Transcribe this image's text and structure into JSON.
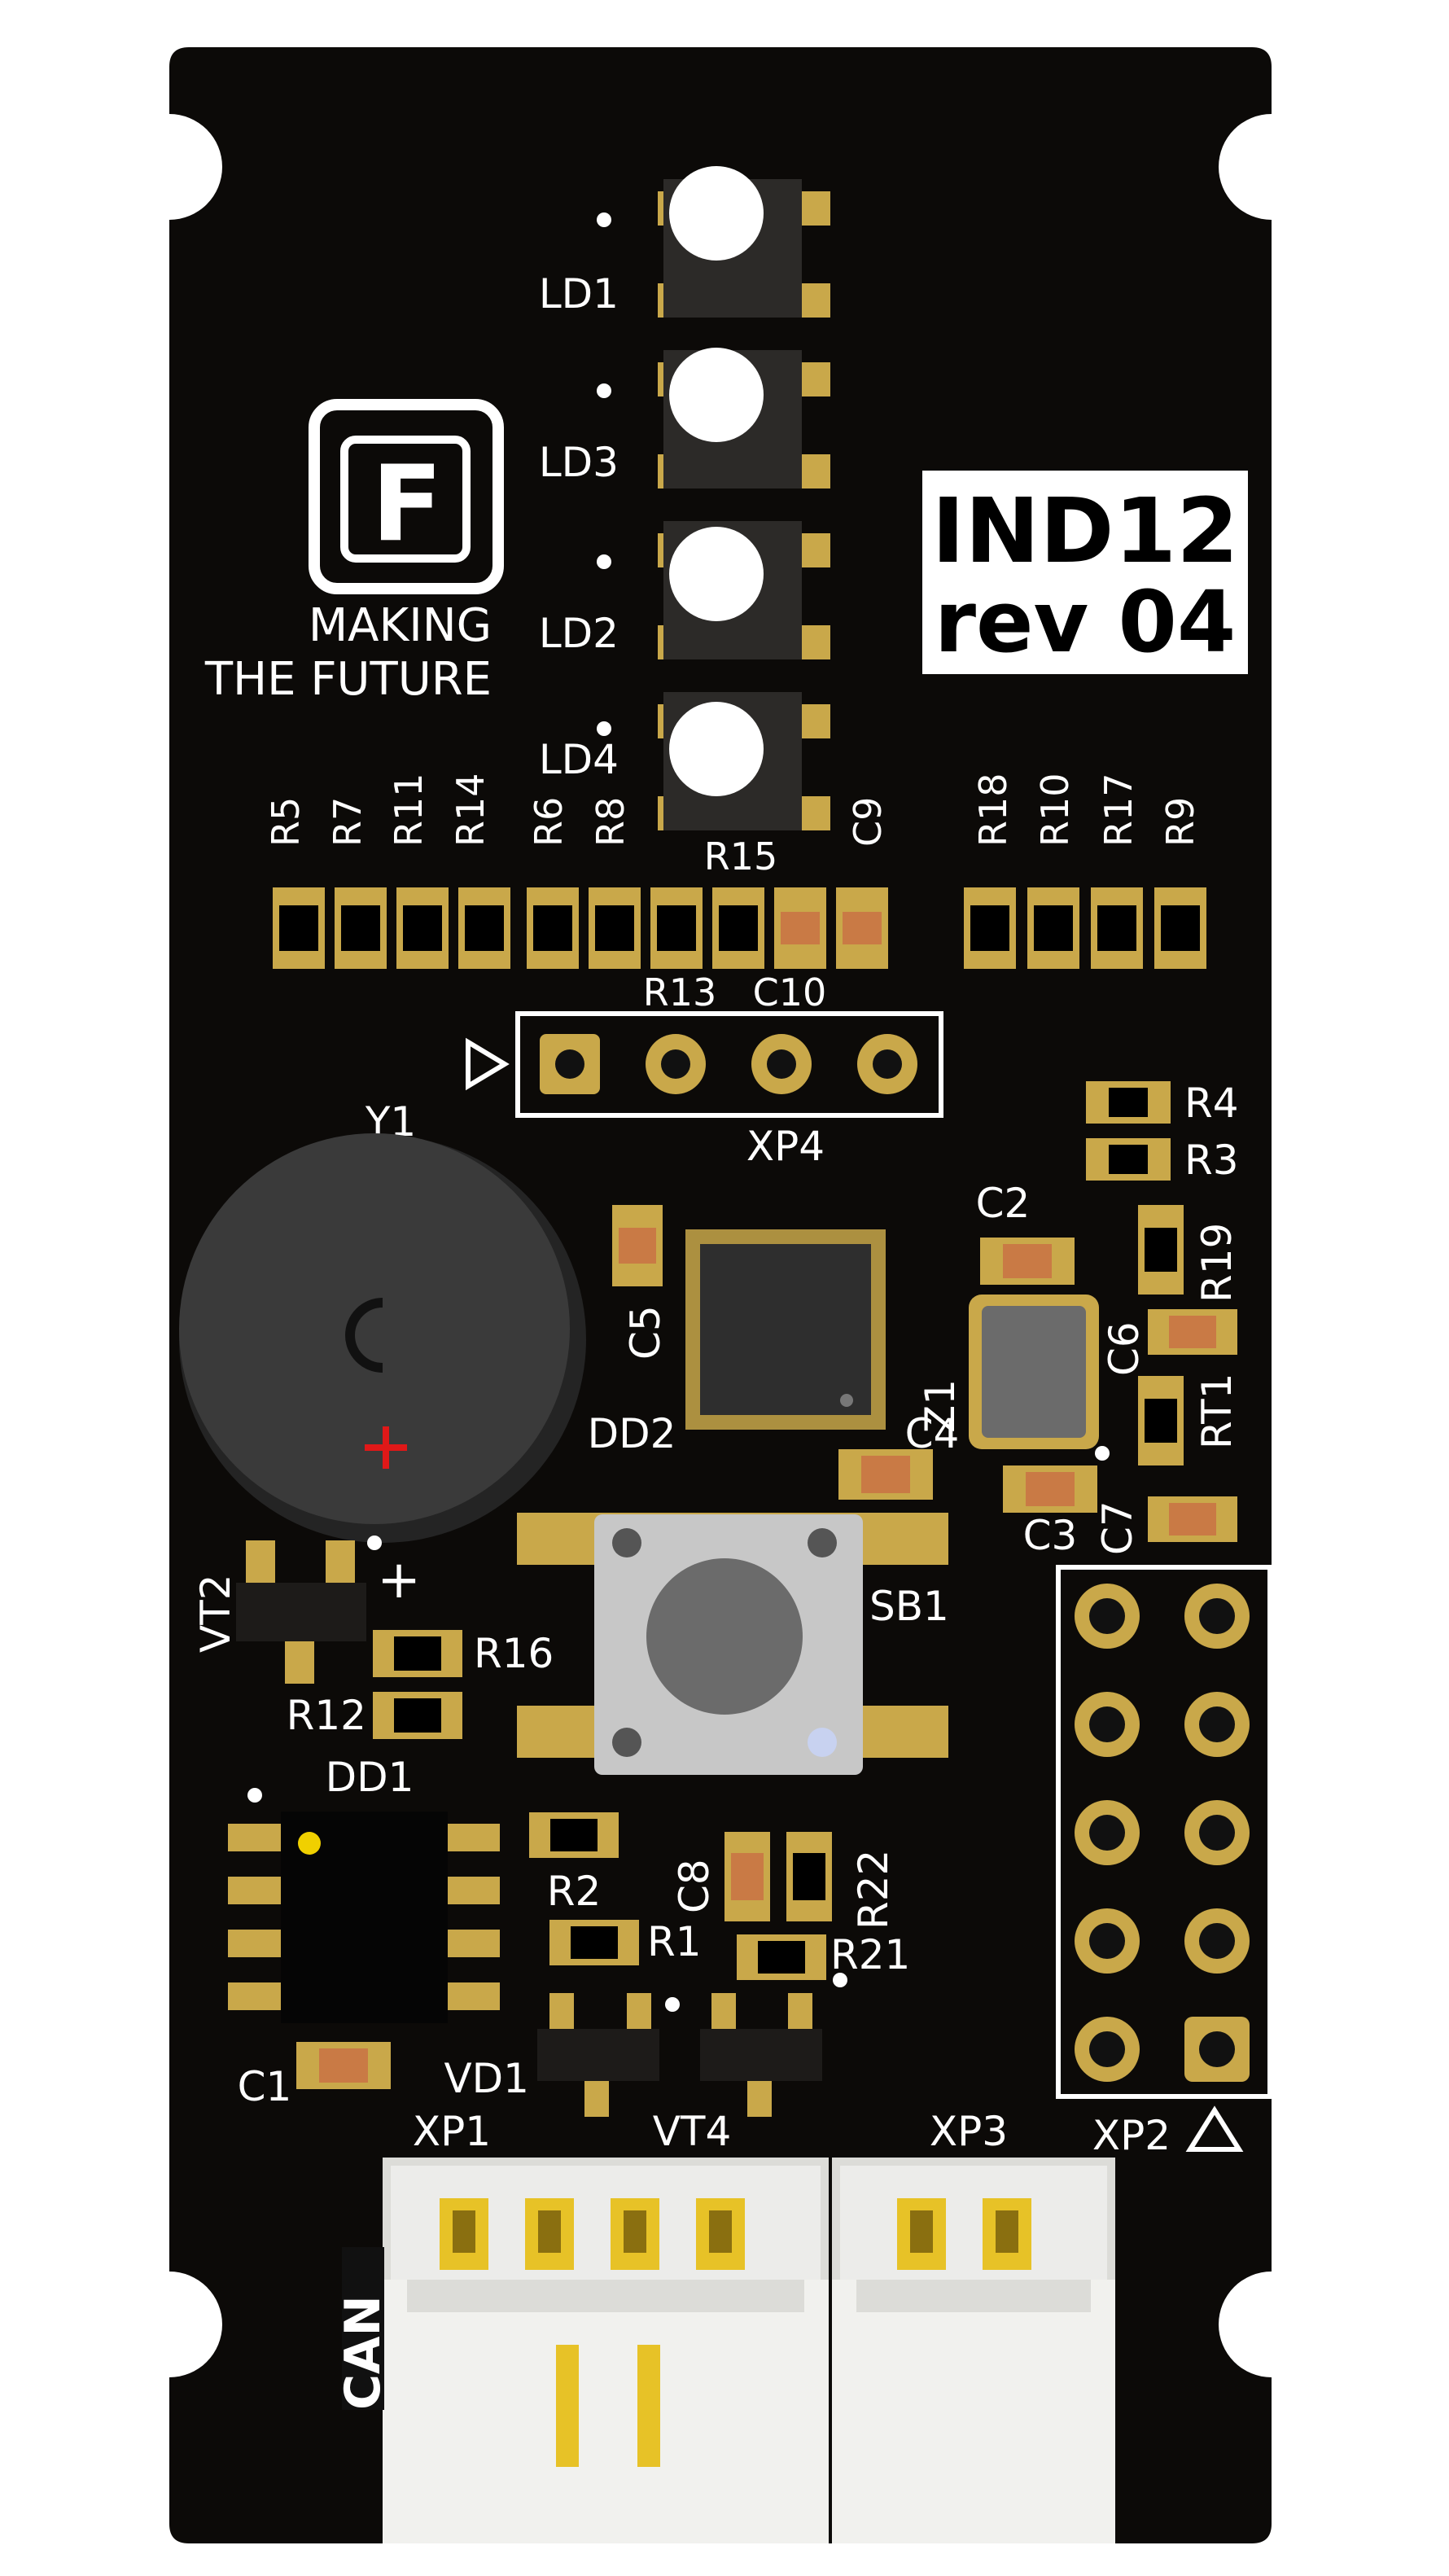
{
  "colors": {
    "board": "#0c0a08",
    "silkscreen": "#ffffff",
    "gold": "#c9a84a",
    "buzzer": "#2a2a2a",
    "button_body": "#c7c7c7",
    "connector": "#f1f1ee",
    "pin": "#e7c227",
    "cap_orange": "#c97a45"
  },
  "logo": {
    "letter": "F",
    "line1": "MAKING",
    "line2": "THE FUTURE"
  },
  "board_label": {
    "line1": "IND12",
    "line2": "rev 04"
  },
  "leds": [
    "LD1",
    "LD3",
    "LD2",
    "LD4"
  ],
  "resistor_row_left": [
    "R5",
    "R7",
    "R11",
    "R14",
    "R6",
    "R8",
    "R15",
    "C9"
  ],
  "resistor_row_right": [
    "R18",
    "R10",
    "R17",
    "R9"
  ],
  "refs": {
    "r13": "R13",
    "c10": "C10",
    "xp4": "XP4",
    "y1": "Y1",
    "r4": "R4",
    "r3": "R3",
    "c2": "C2",
    "r19": "R19",
    "c5": "C5",
    "dd2": "DD2",
    "z1": "Z1",
    "c6": "C6",
    "rt1": "RT1",
    "c4": "C4",
    "c3": "C3",
    "c7": "C7",
    "vt2": "VT2",
    "plus": "+",
    "sb1": "SB1",
    "r16": "R16",
    "r12": "R12",
    "dd1": "DD1",
    "r2": "R2",
    "c8": "C8",
    "r22": "R22",
    "r1": "R1",
    "r21": "R21",
    "c1": "C1",
    "vd1": "VD1",
    "xp1": "XP1",
    "vt4": "VT4",
    "xp3": "XP3",
    "xp2": "XP2",
    "can": "CAN"
  },
  "icons": {
    "xp4_pin1_marker": "triangle-right-icon",
    "xp2_pin1_marker": "triangle-up-icon",
    "buzzer_polarity": "plus-icon"
  }
}
